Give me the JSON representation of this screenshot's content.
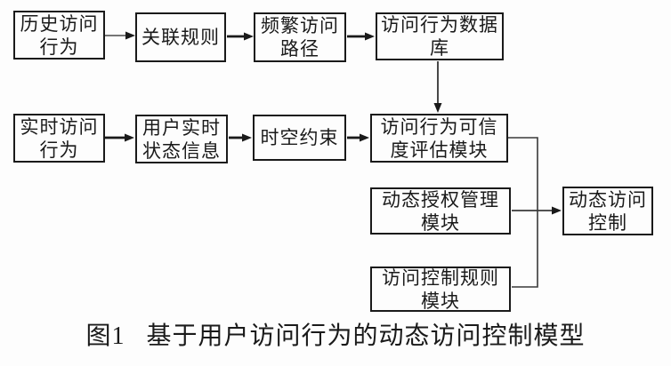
{
  "diagram": {
    "nodes": {
      "history": {
        "line1": "历史访问",
        "line2": "行为"
      },
      "association": {
        "line1": "关联规则"
      },
      "frequent": {
        "line1": "频繁访问",
        "line2": "路径"
      },
      "database": {
        "line1": "访问行为数据",
        "line2": "库"
      },
      "realtime": {
        "line1": "实时访问",
        "line2": "行为"
      },
      "userstate": {
        "line1": "用户实时",
        "line2": "状态信息"
      },
      "spacetime": {
        "line1": "时空约束"
      },
      "trust": {
        "line1": "访问行为可信",
        "line2": "度评估模块"
      },
      "authorization": {
        "line1": "动态授权管理",
        "line2": "模块"
      },
      "rules": {
        "line1": "访问控制规则",
        "line2": "模块"
      },
      "control": {
        "line1": "动态访问",
        "line2": "控制"
      }
    },
    "caption": {
      "label": "图1",
      "title": "基于用户访问行为的动态访问控制模型"
    },
    "colors": {
      "line": "#1a1a1a",
      "background": "#fdfdfd",
      "text": "#1a1a1a"
    }
  }
}
